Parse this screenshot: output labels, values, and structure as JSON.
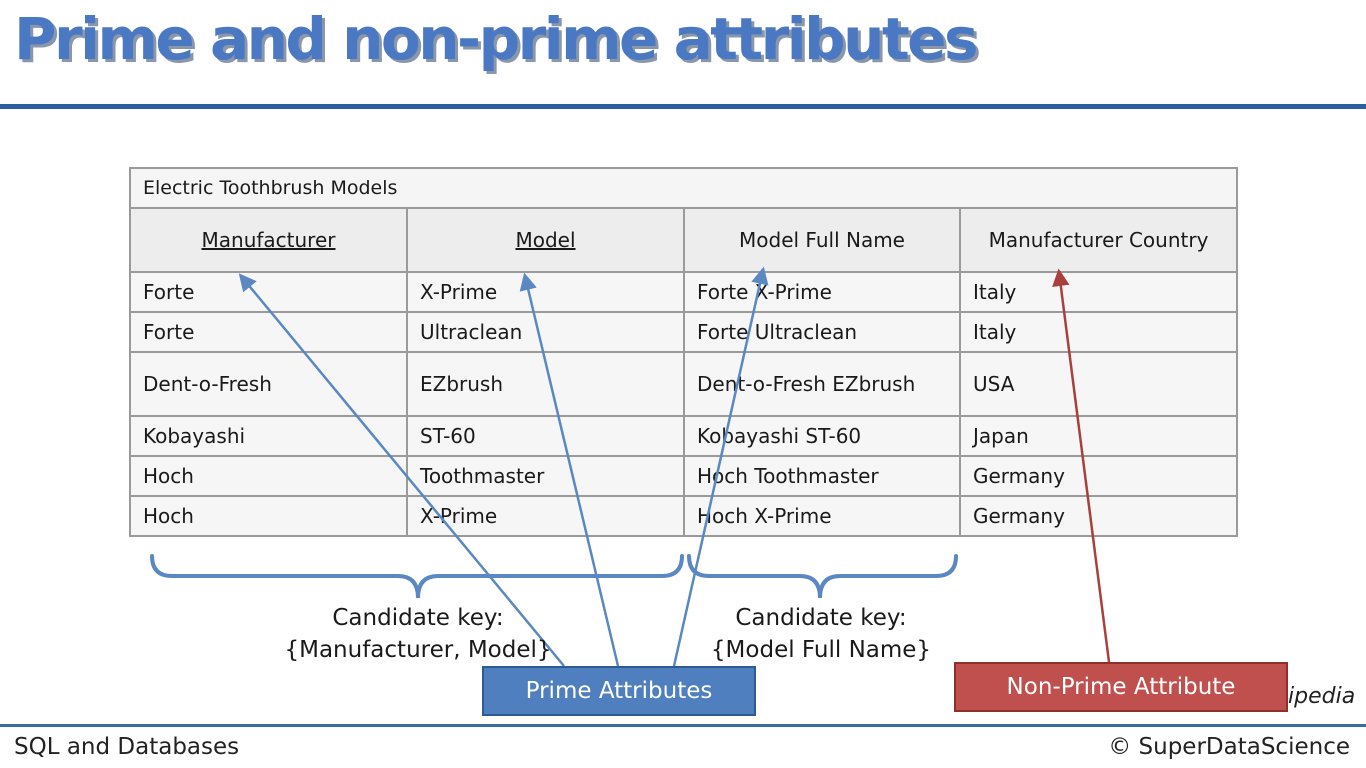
{
  "slide": {
    "title": "Prime and non-prime attributes"
  },
  "table": {
    "caption": "Electric Toothbrush Models",
    "headers": [
      "Manufacturer",
      "Model",
      "Model Full Name",
      "Manufacturer Country"
    ],
    "rows": [
      [
        "Forte",
        "X-Prime",
        "Forte X-Prime",
        "Italy"
      ],
      [
        "Forte",
        "Ultraclean",
        "Forte Ultraclean",
        "Italy"
      ],
      [
        "Dent-o-Fresh",
        "EZbrush",
        "Dent-o-Fresh EZbrush",
        "USA"
      ],
      [
        "Kobayashi",
        "ST-60",
        "Kobayashi ST-60",
        "Japan"
      ],
      [
        "Hoch",
        "Toothmaster",
        "Hoch Toothmaster",
        "Germany"
      ],
      [
        "Hoch",
        "X-Prime",
        "Hoch X-Prime",
        "Germany"
      ]
    ]
  },
  "candidate_keys": {
    "first_line1": "Candidate key:",
    "first_line2": "{Manufacturer, Model}",
    "second_line1": "Candidate key:",
    "second_line2": "{Model Full Name}"
  },
  "labels": {
    "prime": "Prime Attributes",
    "non_prime": "Non-Prime Attribute",
    "credit": "ipedia"
  },
  "footer": {
    "left": "SQL and Databases",
    "right": "© SuperDataScience"
  },
  "colors": {
    "title": "#4a78c2",
    "rule": "#2f5e9e",
    "prime": "#4f7fbe",
    "non_prime": "#c0504d",
    "prime_arrow": "#5b87c2",
    "non_prime_arrow": "#a8403d"
  }
}
